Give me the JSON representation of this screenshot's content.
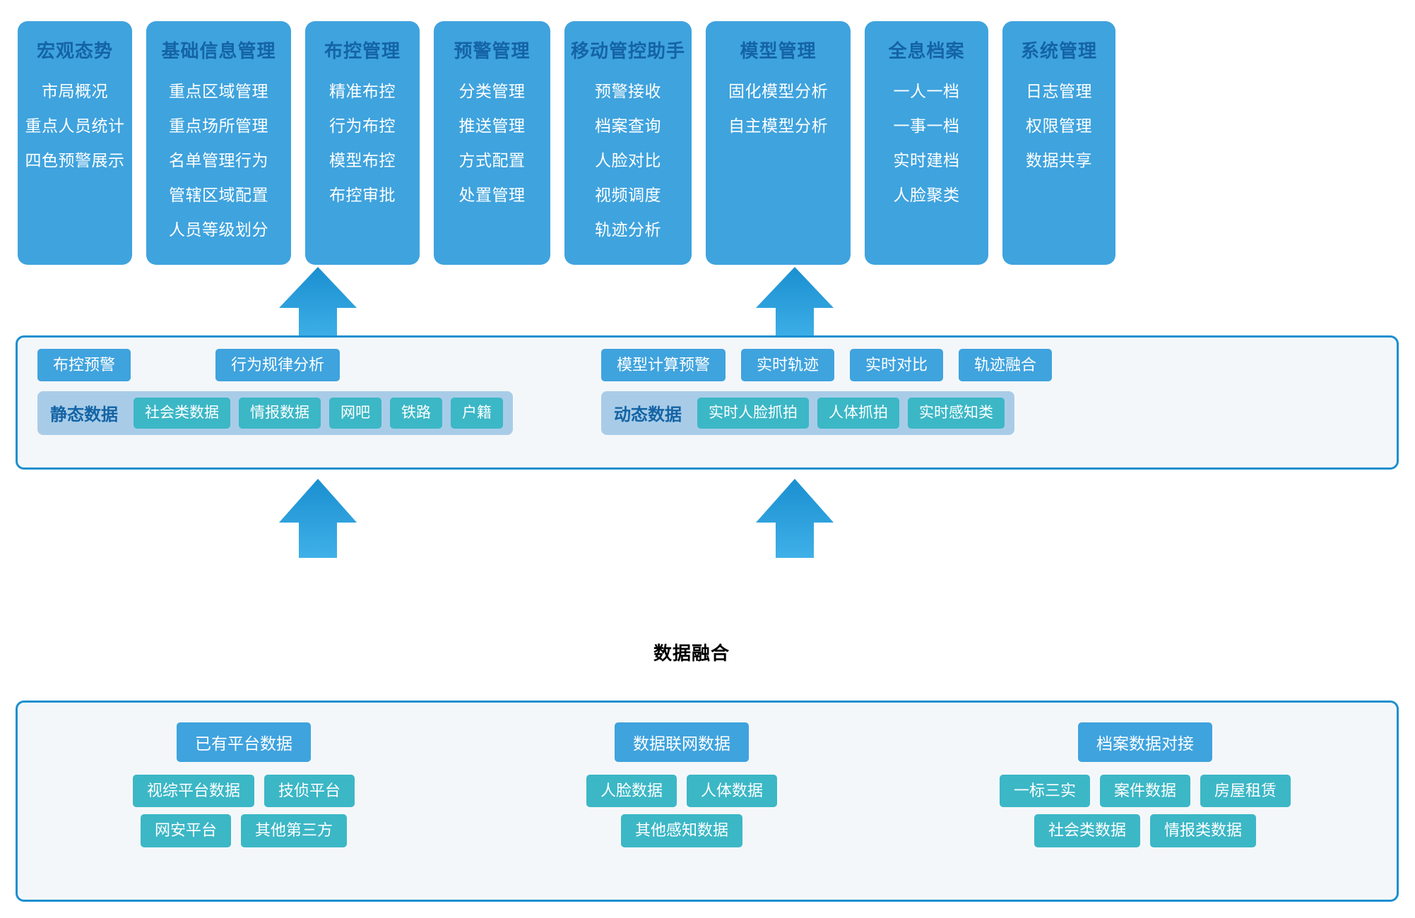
{
  "top_modules": [
    {
      "title": "宏观态势",
      "items": [
        "市局概况",
        "重点人员统计",
        "四色预警展示"
      ]
    },
    {
      "title": "基础信息管理",
      "items": [
        "重点区域管理",
        "重点场所管理",
        "名单管理行为",
        "管辖区域配置",
        "人员等级划分"
      ]
    },
    {
      "title": "布控管理",
      "items": [
        "精准布控",
        "行为布控",
        "模型布控",
        "布控审批"
      ]
    },
    {
      "title": "预警管理",
      "items": [
        "分类管理",
        "推送管理",
        "方式配置",
        "处置管理"
      ]
    },
    {
      "title": "移动管控助手",
      "items": [
        "预警接收",
        "档案查询",
        "人脸对比",
        "视频调度",
        "轨迹分析"
      ]
    },
    {
      "title": "模型管理",
      "items": [
        "固化模型分析",
        "自主模型分析"
      ]
    },
    {
      "title": "全息档案",
      "items": [
        "一人一档",
        "一事一档",
        "实时建档",
        "人脸聚类"
      ]
    },
    {
      "title": "系统管理",
      "items": [
        "日志管理",
        "权限管理",
        "数据共享"
      ]
    }
  ],
  "middle": {
    "left": {
      "capabilities": [
        "布控预警",
        "行为规律分析"
      ],
      "band_label": "静态数据",
      "band_items": [
        "社会类数据",
        "情报数据",
        "网吧",
        "铁路",
        "户籍"
      ]
    },
    "right": {
      "capabilities": [
        "模型计算预警",
        "实时轨迹",
        "实时对比",
        "轨迹融合"
      ],
      "band_label": "动态数据",
      "band_items": [
        "实时人脸抓拍",
        "人体抓拍",
        "实时感知类"
      ]
    }
  },
  "fusion_label": "数据融合",
  "bottom_groups": [
    {
      "head": "已有平台数据",
      "rows": [
        [
          "视综平台数据",
          "技侦平台"
        ],
        [
          "网安平台",
          "其他第三方"
        ]
      ]
    },
    {
      "head": "数据联网数据",
      "rows": [
        [
          "人脸数据",
          "人体数据"
        ],
        [
          "其他感知数据"
        ]
      ]
    },
    {
      "head": "档案数据对接",
      "rows": [
        [
          "一标三实",
          "案件数据",
          "房屋租赁"
        ],
        [
          "社会类数据",
          "情报类数据"
        ]
      ]
    }
  ],
  "arrows": [
    {
      "name": "arrow-to-deployment-management"
    },
    {
      "name": "arrow-to-model-management"
    },
    {
      "name": "arrow-to-static-data"
    },
    {
      "name": "arrow-to-dynamic-data"
    }
  ],
  "colors": {
    "card_blue": "#3fa3de",
    "card_title_blue": "#1464a5",
    "panel_border": "#1a8fd0",
    "panel_bg": "#f4f7f9",
    "band_bg": "#a8cce8",
    "teal": "#3cb7c6",
    "arrow_top": "#1a8fd0",
    "arrow_bottom": "#3fb0e8"
  }
}
